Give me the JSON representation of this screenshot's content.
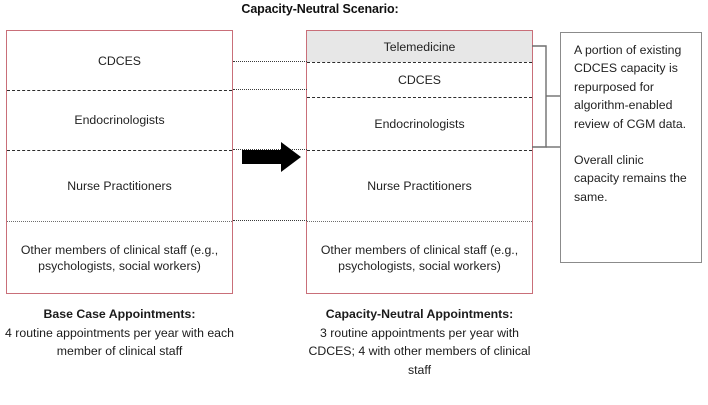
{
  "title": "Capacity-Neutral Scenario:",
  "base_case": {
    "name": "Base Case column",
    "bands": [
      {
        "label": "CDCES"
      },
      {
        "label": "Endocrinologists"
      },
      {
        "label": "Nurse Practitioners"
      },
      {
        "label": "Other members of clinical staff (e.g., psychologists, social workers)"
      }
    ],
    "caption_head": "Base Case Appointments:",
    "caption_body": "4 routine appointments per year with each member of clinical staff"
  },
  "capacity_neutral": {
    "name": "Capacity-Neutral column",
    "bands": [
      {
        "label": "Telemedicine"
      },
      {
        "label": "CDCES"
      },
      {
        "label": "Endocrinologists"
      },
      {
        "label": "Nurse Practitioners"
      },
      {
        "label": "Other members of clinical staff (e.g., psychologists, social workers)"
      }
    ],
    "caption_head": "Capacity-Neutral Appointments:",
    "caption_body": "3 routine appointments per year with CDCES; 4 with other members of clinical staff"
  },
  "callout": {
    "paragraph_1": "A portion of existing CDCES capacity is repurposed for algorithm-enabled review of CGM data.",
    "paragraph_2": "Overall clinic capacity remains the same."
  },
  "icons": {
    "transition_arrow": "right-arrow-icon",
    "bracket": "callout-bracket-icon"
  },
  "colors": {
    "box_border": "#c96f79",
    "shaded_band": "#e7e7e7",
    "callout_border": "#8b8b8b",
    "divider": "#2c2c2c",
    "arrow": "#000000"
  }
}
